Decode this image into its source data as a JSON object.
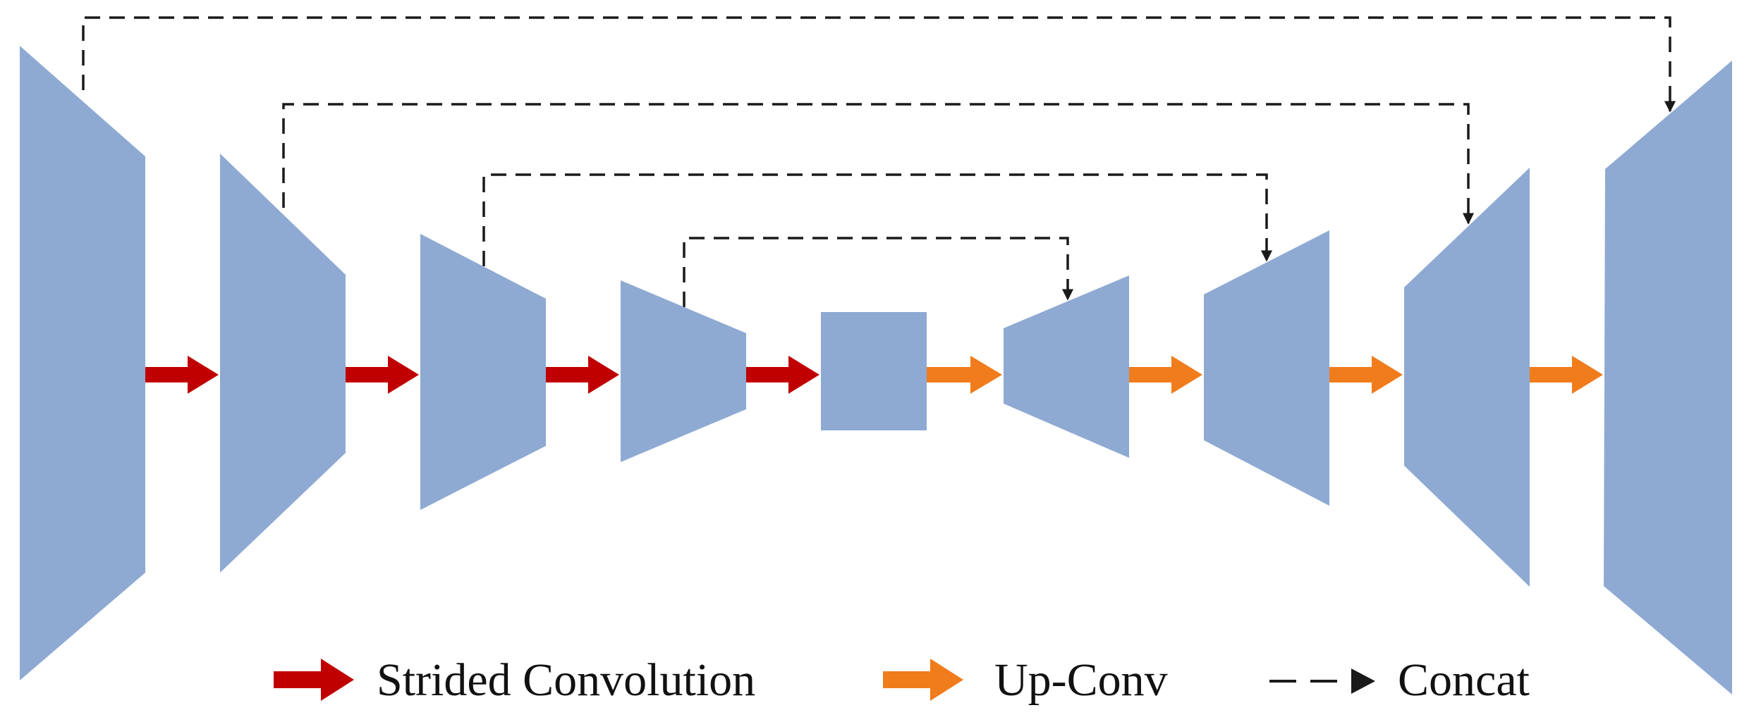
{
  "colors": {
    "block": "#8eaad3",
    "strided_arrow": "#c00000",
    "upconv_arrow": "#f07c1c",
    "concat_line": "#1a1a1a",
    "text": "#111111"
  },
  "diagram": {
    "encoder_blocks": 4,
    "bottleneck_blocks": 1,
    "decoder_blocks": 4,
    "skip_connections": 4
  },
  "legend": {
    "strided_label": "Strided Convolution",
    "upconv_label": "Up-Conv",
    "concat_label": "Concat"
  }
}
